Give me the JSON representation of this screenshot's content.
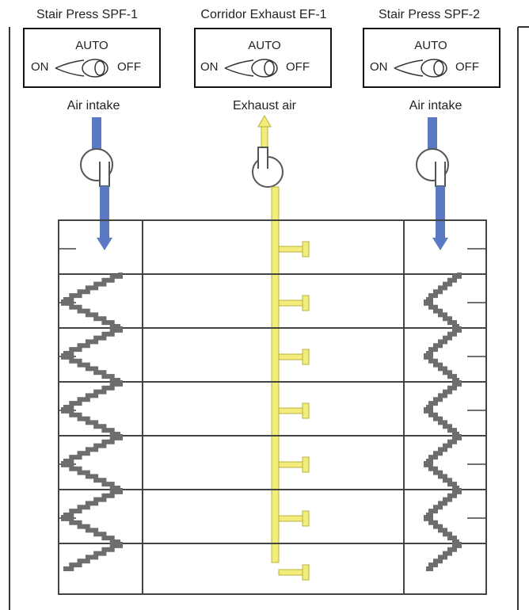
{
  "fans": [
    {
      "title": "Stair Press SPF-1",
      "mode_label": "AUTO",
      "on_label": "ON",
      "off_label": "OFF",
      "flow_label": "Air intake"
    },
    {
      "title": "Corridor Exhaust EF-1",
      "mode_label": "AUTO",
      "on_label": "ON",
      "off_label": "OFF",
      "flow_label": "Exhaust air"
    },
    {
      "title": "Stair Press SPF-2",
      "mode_label": "AUTO",
      "on_label": "ON",
      "off_label": "OFF",
      "flow_label": "Air intake"
    }
  ],
  "colors": {
    "intake_duct": "#5b79c2",
    "exhaust_duct": "#f2ec7a",
    "exhaust_outline": "#b9b13c",
    "stair": "#6d6d6d",
    "line": "#444444",
    "frame": "#333333"
  },
  "building": {
    "floors": 7,
    "exhaust_grilles": 7
  }
}
